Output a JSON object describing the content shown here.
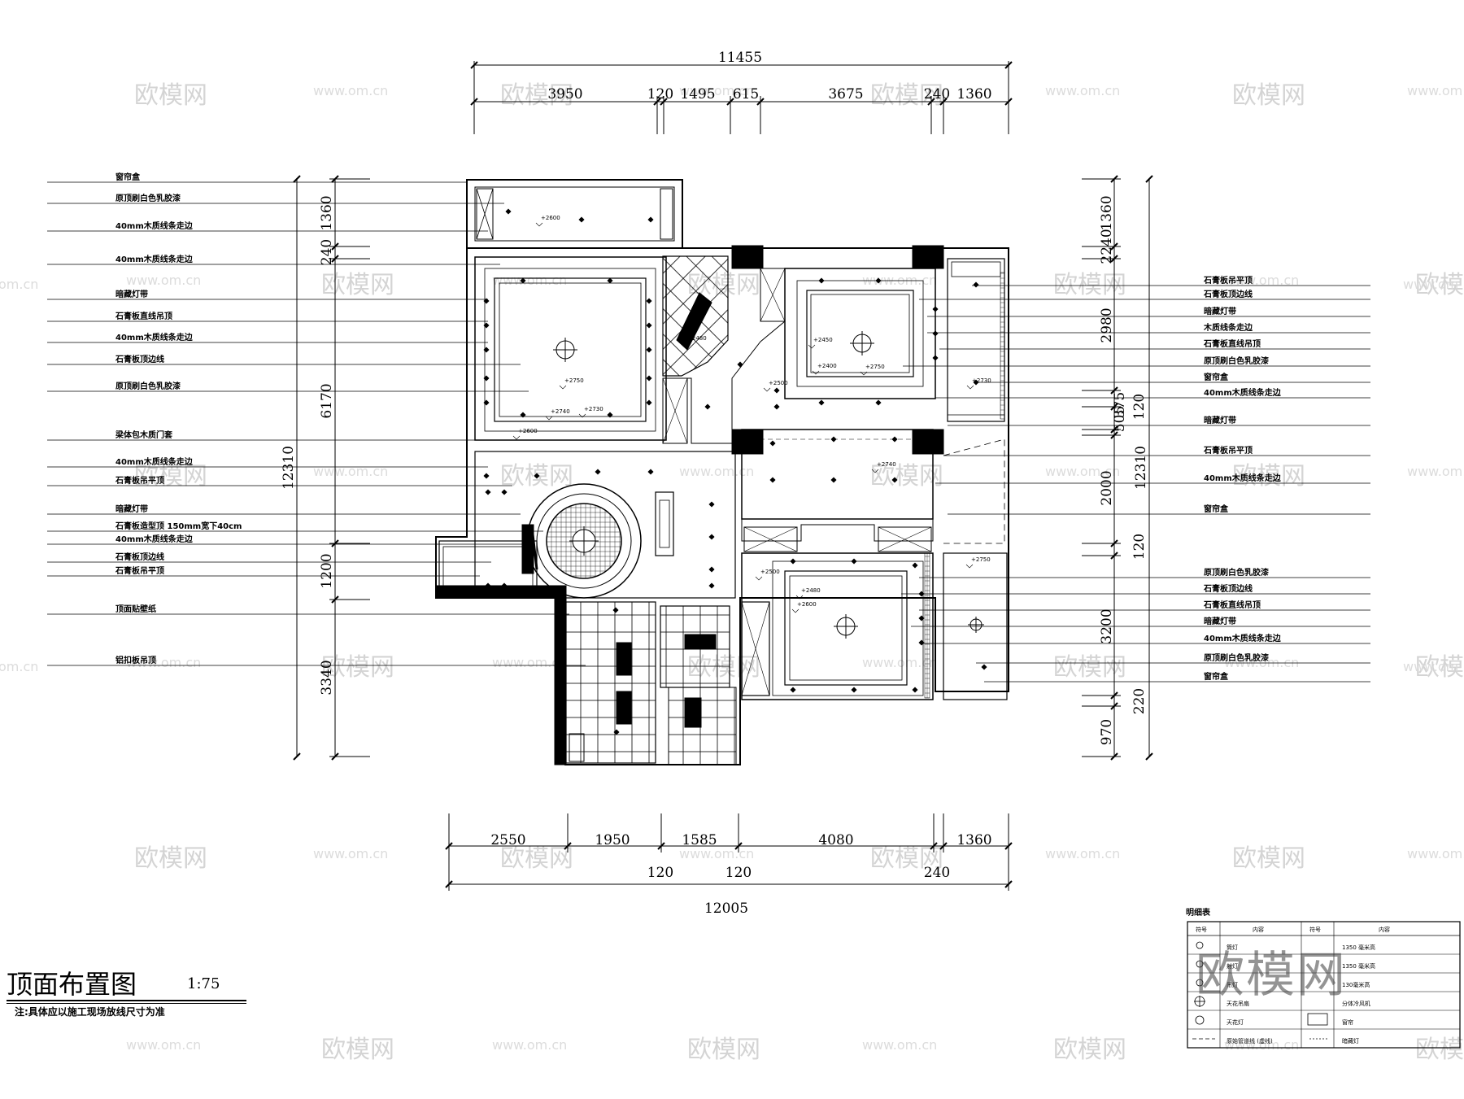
{
  "drawing": {
    "title": "顶面布置图",
    "scale": "1:75",
    "note": "注:具体应以施工现场放线尺寸为准"
  },
  "dimensions": {
    "top_total": "11455",
    "top_segments": [
      "3950",
      "120",
      "1495",
      "615",
      "3675",
      "240",
      "1360"
    ],
    "bottom_segments": [
      "2550",
      "1950",
      "1585",
      "4080",
      "1360"
    ],
    "bottom_small": [
      "120",
      "120",
      "240"
    ],
    "bottom_total": "12005",
    "left_total": "12310",
    "left_segments": [
      "1360",
      "240",
      "6170",
      "1200",
      "3340"
    ],
    "right_total": "12310",
    "right_segments": [
      "1360",
      "2240",
      "2980",
      "375",
      "505",
      "120",
      "2000",
      "120",
      "3200",
      "220",
      "970"
    ]
  },
  "elevations": [
    "+2600",
    "+2480",
    "+2750",
    "+2740",
    "+2730",
    "+2500",
    "+2600",
    "+2450",
    "+2400",
    "+2750",
    "+2740",
    "+2730",
    "+2750",
    "+2500",
    "+2480",
    "+2600"
  ],
  "left_labels": [
    "窗帘盒",
    "原顶刷白色乳胶漆",
    "40mm木质线条走边",
    "40mm木质线条走边",
    "暗藏灯带",
    "石膏板直线吊顶",
    "40mm木质线条走边",
    "石膏板顶边线",
    "原顶刷白色乳胶漆",
    "梁体包木质门套",
    "40mm木质线条走边",
    "石膏板吊平顶",
    "暗藏灯带",
    "石膏板造型顶 150mm宽下40cm",
    "40mm木质线条走边",
    "石膏板顶边线",
    "石膏板吊平顶",
    "顶面贴壁纸",
    "铝扣板吊顶"
  ],
  "right_labels": [
    "石膏板吊平顶",
    "石膏板顶边线",
    "暗藏灯带",
    "木质线条走边",
    "石膏板直线吊顶",
    "原顶刷白色乳胶漆",
    "窗帘盒",
    "40mm木质线条走边",
    "暗藏灯带",
    "石膏板吊平顶",
    "40mm木质线条走边",
    "窗帘盒",
    "原顶刷白色乳胶漆",
    "石膏板顶边线",
    "石膏板直线吊顶",
    "暗藏灯带",
    "40mm木质线条走边",
    "原顶刷白色乳胶漆",
    "窗帘盒"
  ],
  "legend": {
    "title": "明细表",
    "headers": [
      "符号",
      "内容",
      "符号",
      "内容"
    ],
    "rows": [
      [
        "筒灯",
        "1350 毫米高"
      ],
      [
        "射灯",
        "1350 毫米高"
      ],
      [
        "吊灯",
        "130毫米高"
      ],
      [
        "天花吊扇",
        "分体冷风机"
      ],
      [
        "天花灯",
        "窗帘"
      ],
      [
        "原始管道线 (虚线)",
        "暗藏灯"
      ]
    ]
  },
  "watermark": {
    "brand": "欧模网",
    "site": "www.om.cn",
    "site_edge": "om.cn",
    "site_edge_r": "www.om"
  }
}
